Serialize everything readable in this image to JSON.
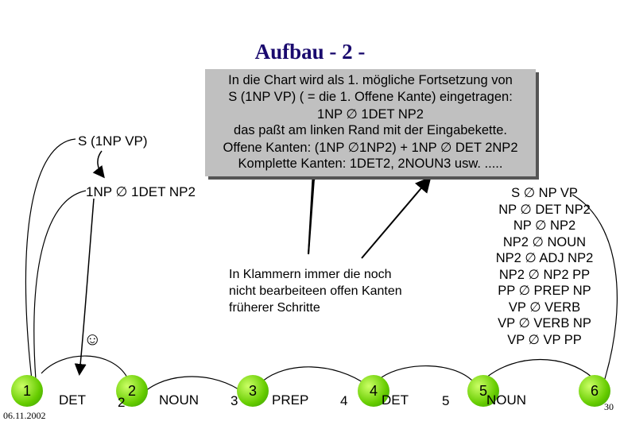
{
  "title": "Aufbau  - 2 -",
  "callout": {
    "line1": "In die Chart wird als 1. mögliche Fortsetzung von",
    "line2": "S (1NP VP) ( = die 1. Offene Kante) eingetragen:",
    "line3": "1NP ∅ 1DET NP2",
    "line4": "das paßt am linken Rand mit der Eingabekette.",
    "line5": "Offene Kanten: (1NP ∅1NP2) +  1NP ∅ DET 2NP2",
    "line6": "Komplette Kanten: 1DET2, 2NOUN3     usw.  ....."
  },
  "edges": {
    "s_edge": "S (1NP VP)",
    "np_edge": "1NP  ∅  1DET NP2"
  },
  "rules": [
    "S ∅ NP VP",
    "NP ∅ DET NP2",
    "NP ∅ NP2",
    "NP2 ∅ NOUN",
    "NP2 ∅ ADJ NP2",
    "NP2 ∅ NP2 PP",
    "PP ∅ PREP NP",
    "VP ∅ VERB",
    "VP ∅ VERB NP",
    "VP ∅ VP PP"
  ],
  "note": [
    "In Klammern immer die noch",
    "nicht bearbeiteen offen Kanten",
    "früherer Schritte"
  ],
  "smiley": "☺",
  "nodes": [
    "1",
    "2",
    "3",
    "4",
    "5",
    "6"
  ],
  "words": [
    "DET",
    "NOUN",
    "PREP",
    "DET",
    "NOUN"
  ],
  "small_numbers": [
    "2",
    "3",
    "4",
    "5"
  ],
  "date": "06.11.2002",
  "page_number": "30"
}
